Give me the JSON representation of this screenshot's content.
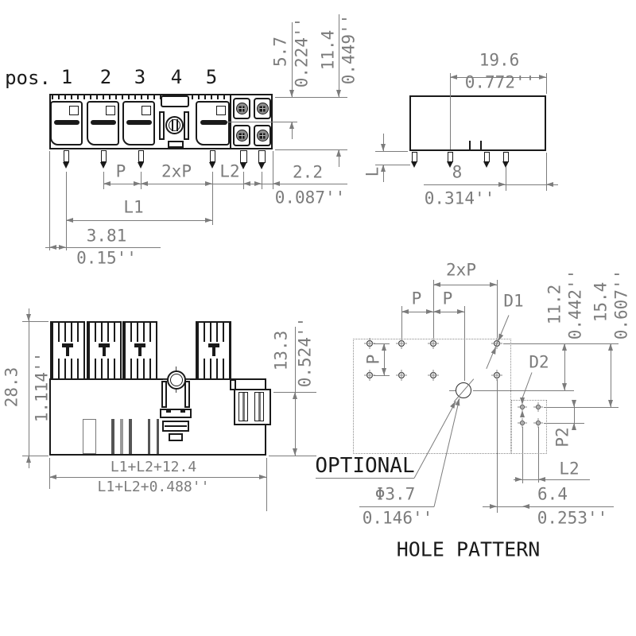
{
  "colors": {
    "dimension": "#7c7c7c",
    "ink": "#1a1a1a"
  },
  "top_view": {
    "pos_label": "pos.",
    "positions": [
      "1",
      "2",
      "3",
      "4",
      "5"
    ],
    "dim_p": "P",
    "dim_2xp": "2xP",
    "dim_l2": "L2",
    "dim_l1": "L1",
    "dim_381_mm": "3.81",
    "dim_381_in": "0.15''",
    "dim_57_mm": "5.7",
    "dim_57_in": "0.224''",
    "dim_114_mm": "11.4",
    "dim_114_in": "0.449''",
    "dim_22_mm": "2.2",
    "dim_22_in": "0.087''"
  },
  "side_view": {
    "dim_196_mm": "19.6",
    "dim_196_in": "0.772''",
    "dim_8_mm": "8",
    "dim_8_in": "0.314''",
    "pin_length_label": "L"
  },
  "front_view": {
    "dim_283_mm": "28.3",
    "dim_283_in": "1.114''",
    "dim_133_mm": "13.3",
    "dim_133_in": "0.524''",
    "dim_width_mm": "L1+L2+12.4",
    "dim_width_in": "L1+L2+0.488''"
  },
  "hole_pattern": {
    "title": "HOLE PATTERN",
    "optional_label": "OPTIONAL",
    "dim_p_top_1": "P",
    "dim_p_top_2": "P",
    "dim_2xp": "2xP",
    "dim_p_left": "P",
    "d1_label": "D1",
    "d2_label": "D2",
    "p2_label": "P2",
    "l2_label": "L2",
    "dim_112_mm": "11.2",
    "dim_112_in": "0.442''",
    "dim_154_mm": "15.4",
    "dim_154_in": "0.607''",
    "dim_64_mm": "6.4",
    "dim_64_in": "0.253''",
    "dia_mm": "Φ3.7",
    "dia_in": "0.146''"
  }
}
